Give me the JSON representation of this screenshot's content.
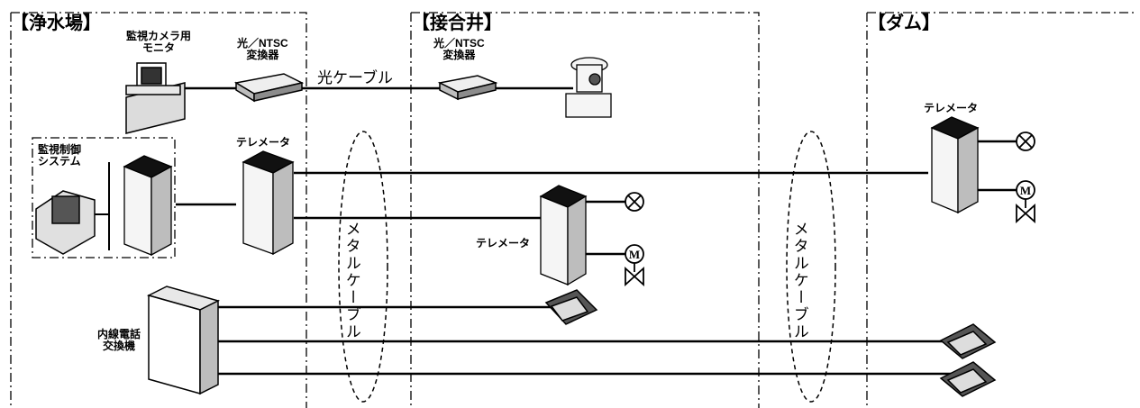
{
  "zones": {
    "water_plant": "【浄水場】",
    "junction": "【接合井】",
    "dam": "【ダム】"
  },
  "devices": {
    "camera_monitor": [
      "監視カメラ用",
      "モニタ"
    ],
    "converter_plant": [
      "光／NTSC",
      "変換器"
    ],
    "converter_junction": [
      "光／NTSC",
      "変換器"
    ],
    "control_system": [
      "監視制御",
      "システム"
    ],
    "telemeter_plant": "テレメータ",
    "telemeter_junction": "テレメータ",
    "telemeter_dam": "テレメータ",
    "exchange": [
      "内線電話",
      "交換機"
    ]
  },
  "cables": {
    "optical": "光ケーブル",
    "metal_1": [
      "メタル",
      "ケーブル"
    ],
    "metal_2": [
      "メタル",
      "ケーブル"
    ]
  },
  "symbols": {
    "motor": "M"
  }
}
